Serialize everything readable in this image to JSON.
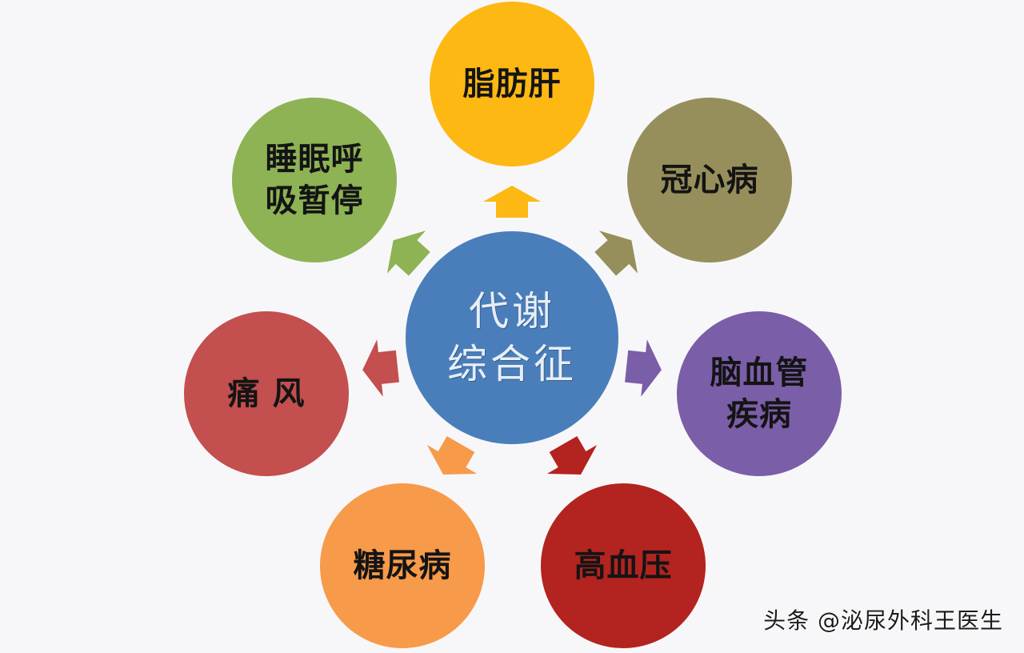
{
  "diagram": {
    "type": "hub-and-spoke",
    "center": {
      "label": "代谢\n综合征",
      "color": "#4A7EBB"
    },
    "nodes": [
      {
        "id": "fatty-liver",
        "label": "脂肪肝",
        "color": "#FDB813",
        "arrow_color": "#FDB813",
        "position": "top"
      },
      {
        "id": "coronary-heart-disease",
        "label": "冠心病",
        "color": "#978F5B",
        "arrow_color": "#978F5B",
        "position": "top-right"
      },
      {
        "id": "cerebrovascular-disease",
        "label": "脑血管\n疾病",
        "color": "#7B5EA8",
        "arrow_color": "#7B5EA8",
        "position": "right"
      },
      {
        "id": "hypertension",
        "label": "高血压",
        "color": "#B3231F",
        "arrow_color": "#B3231F",
        "position": "bottom-right"
      },
      {
        "id": "diabetes",
        "label": "糖尿病",
        "color": "#F79A49",
        "arrow_color": "#F79A49",
        "position": "bottom-left"
      },
      {
        "id": "gout",
        "label": "痛 风",
        "color": "#C34F4E",
        "arrow_color": "#C34F4E",
        "position": "left"
      },
      {
        "id": "sleep-apnea",
        "label": "睡眠呼\n吸暂停",
        "color": "#8DB354",
        "arrow_color": "#8DB354",
        "position": "top-left"
      }
    ]
  },
  "watermark": {
    "text": "头条 @泌尿外科王医生"
  },
  "background_color": "#F7F7F9"
}
